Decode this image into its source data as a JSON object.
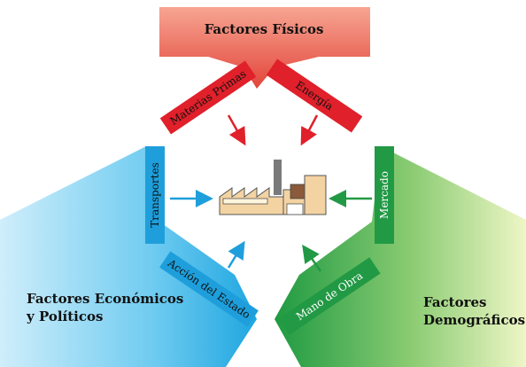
{
  "groups": {
    "physical": {
      "title": "Factores Físicos",
      "color": "#f08070",
      "factors": [
        "Materias Primas",
        "Energía"
      ],
      "band_color": "#e0202a"
    },
    "economic": {
      "title_line1": "Factores Económicos",
      "title_line2": "y Políticos",
      "color": "#29abe2",
      "factors": [
        "Transportes",
        "Acción del Estado"
      ],
      "band_color": "#1e9fdc"
    },
    "demographic": {
      "title_line1": "Factores",
      "title_line2": "Demográficos",
      "color": "#3daa4a",
      "factors": [
        "Mercado",
        "Mano de Obra"
      ],
      "band_color": "#229944"
    }
  },
  "center": {
    "icon": "factory-icon"
  }
}
